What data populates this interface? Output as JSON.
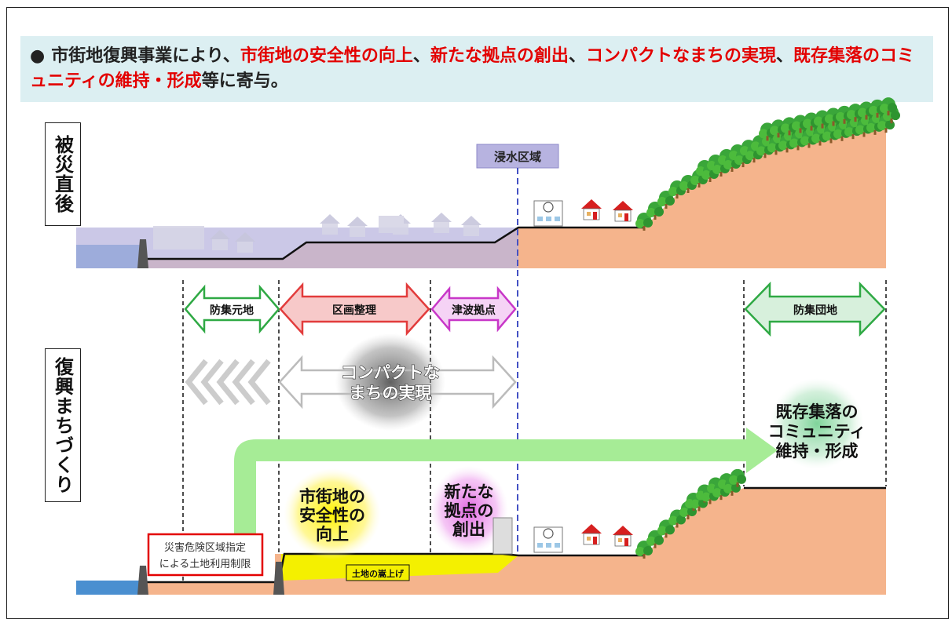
{
  "banner": {
    "bullet": "●",
    "parts": [
      {
        "text": "市街地復興事業により、",
        "highlight": false
      },
      {
        "text": "市街地の安全性の向上",
        "highlight": true
      },
      {
        "text": "、",
        "highlight": false
      },
      {
        "text": "新たな拠点の創出",
        "highlight": true
      },
      {
        "text": "、",
        "highlight": false
      },
      {
        "text": "コンパクトなまちの実現",
        "highlight": true
      },
      {
        "text": "、",
        "highlight": false
      },
      {
        "text": "既存集落のコミュニティの維持・形成",
        "highlight": true
      },
      {
        "text": "等に寄与。",
        "highlight": false
      }
    ]
  },
  "labels": {
    "before": "被災直後",
    "after": "復興まちづくり",
    "flood_zone": "浸水区域"
  },
  "zones": {
    "bouju_motochi": "防集元地",
    "kukaku_seiri": "区画整理",
    "tsunami_kyoten": "津波拠点",
    "bouju_danchi": "防集団地"
  },
  "bubbles": {
    "compact": [
      "コンパクトな",
      "まちの実現"
    ],
    "existing": [
      "既存集落の",
      "コミュニティ",
      "維持・形成"
    ],
    "safety": [
      "市街地の",
      "安全性の",
      "向上"
    ],
    "new_base": [
      "新たな",
      "拠点の",
      "創出"
    ]
  },
  "notes": {
    "restriction": [
      "災害危険区域指定",
      "による土地利用制限"
    ],
    "raise_land": "土地の嵩上げ"
  },
  "colors": {
    "banner_bg": "#dceff2",
    "highlight": "#e30000",
    "ground": "#f5b48c",
    "water": "#4a8fd0",
    "flood": "#b9b6df",
    "green_arrow": "#33b34a",
    "red_arrow": "#e23c3c",
    "magenta_arrow": "#c837c8",
    "raise": "#f4f000"
  }
}
